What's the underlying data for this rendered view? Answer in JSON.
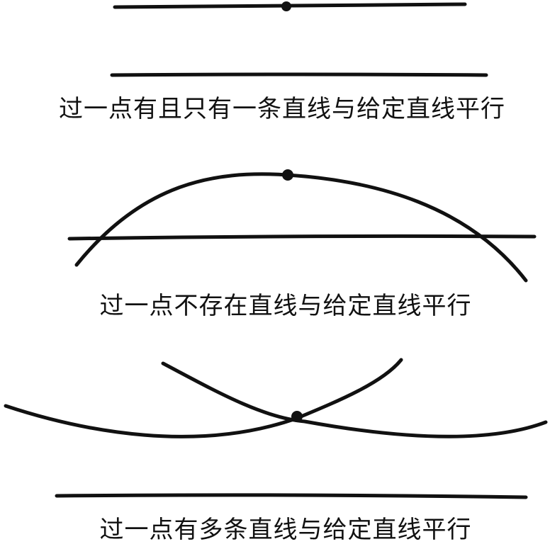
{
  "panels": [
    {
      "caption": "过一点有且只有一条直线与给定直线平行"
    },
    {
      "caption": "过一点不存在直线与给定直线平行"
    },
    {
      "caption": "过一点有多条直线与给定直线平行"
    }
  ],
  "colors": {
    "ink": "#111111",
    "background": "#ffffff"
  }
}
